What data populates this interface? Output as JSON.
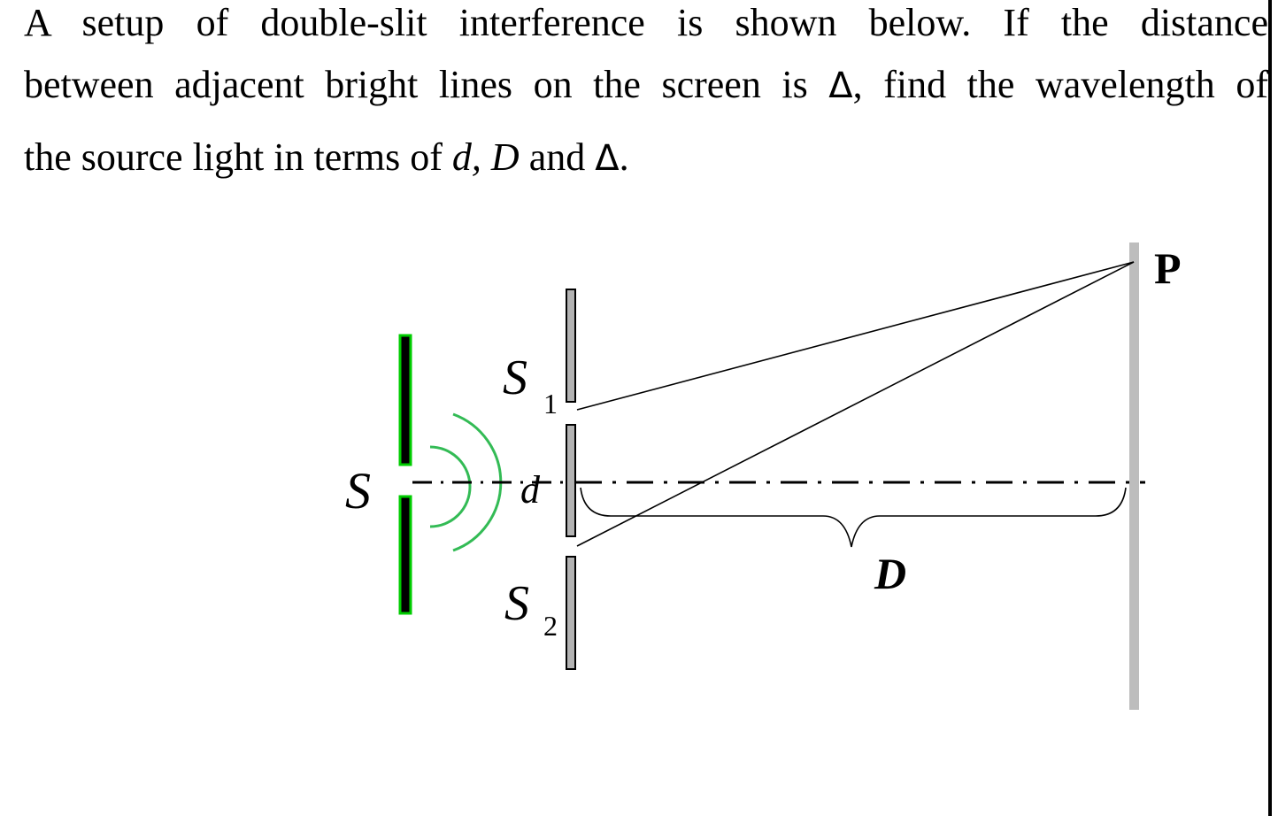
{
  "question": {
    "line1": "A setup of double-slit interference is shown below. If the distance",
    "line2_a": "between adjacent bright lines on the screen is ",
    "line2_delta": "Δ",
    "line2_b": ", find the wavelength of",
    "line3_a": "the source light in terms of ",
    "line3_vars": "d, D",
    "line3_b": " and ",
    "line3_delta": "Δ",
    "line3_c": "."
  },
  "diagram": {
    "label_source": "S",
    "label_s1": "S",
    "label_s1_sub": "1",
    "label_s2": "S",
    "label_s2_sub": "2",
    "label_d": "d",
    "label_D": "D",
    "label_P": "P",
    "colors": {
      "source_barrier": "#00cc00",
      "wavefront": "#33bb55",
      "slit_barrier_fill": "#b3b3b3",
      "screen": "#bdbdbd",
      "lines": "#000000"
    }
  }
}
